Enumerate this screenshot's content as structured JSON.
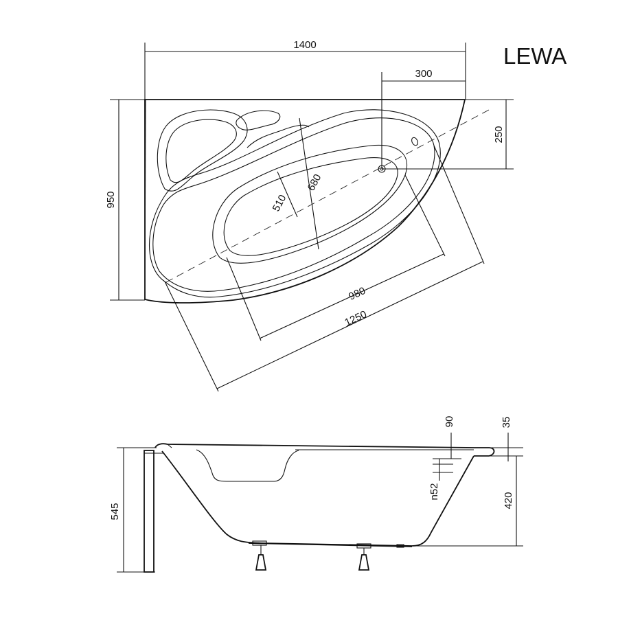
{
  "side_label": "LEWA",
  "top_view": {
    "width": "1400",
    "depth": "950",
    "drain_offset_x": "300",
    "drain_offset_y": "250",
    "basin_width_outer": "680",
    "basin_width_inner": "510",
    "basin_length_inner": "980",
    "basin_length_outer": "1250"
  },
  "side_view": {
    "total_height": "545",
    "inner_depth": "420",
    "rim_thickness": "35",
    "overflow_depth": "90",
    "overflow_diameter": "n52"
  }
}
